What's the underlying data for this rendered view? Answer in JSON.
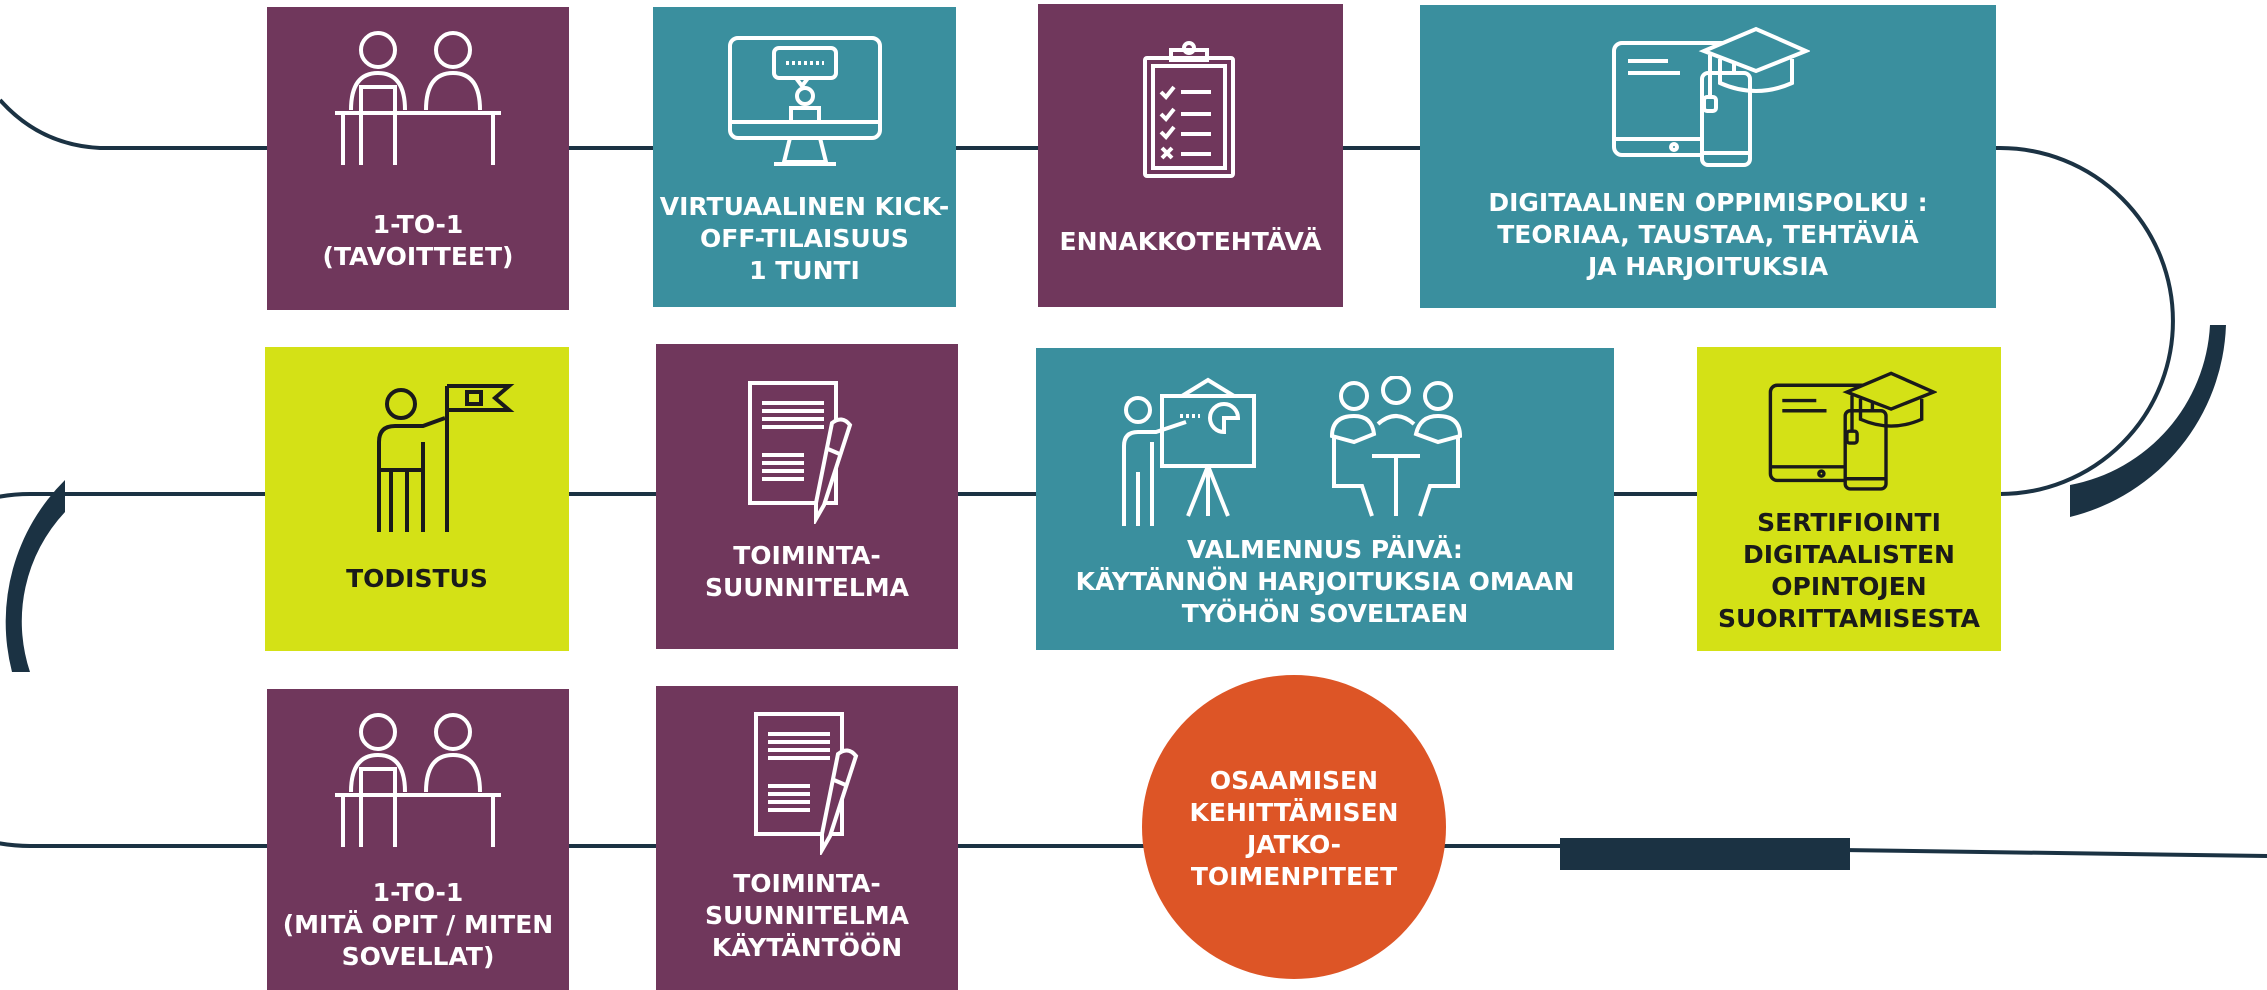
{
  "steps": [
    {
      "label_lines": [
        "1-TO-1",
        "(TAVOITTEET)"
      ],
      "icon": "people-at-desk-icon"
    },
    {
      "label_lines": [
        "VIRTUAALINEN KICK-",
        "OFF-TILAISUUS",
        "1 TUNTI"
      ],
      "icon": "video-call-monitor-icon"
    },
    {
      "label_lines": [
        "ENNAKKOTEHTÄVÄ"
      ],
      "icon": "checklist-clipboard-icon"
    },
    {
      "label_lines": [
        "DIGITAALINEN OPPIMISPOLKU :",
        "TEORIAA, TAUSTAA, TEHTÄVIÄ",
        "JA  HARJOITUKSIA"
      ],
      "icon": "tablet-phone-graduation-cap-icon"
    },
    {
      "label_lines": [
        "SERTIFIOINTI",
        "DIGITAALISTEN",
        "OPINTOJEN",
        "SUORITTAMISESTA"
      ],
      "icon": "tablet-phone-graduation-cap-icon"
    },
    {
      "label_lines": [
        "VALMENNUS PÄIVÄ:",
        "KÄYTÄNNÖN HARJOITUKSIA OMAAN",
        "TYÖHÖN SOVELTAEN"
      ],
      "icon": "presenter-and-group-icon"
    },
    {
      "label_lines": [
        "TOIMINTA-",
        "SUUNNITELMA"
      ],
      "icon": "document-pen-icon"
    },
    {
      "label_lines": [
        "TODISTUS"
      ],
      "icon": "person-with-flag-icon"
    },
    {
      "label_lines": [
        "1-TO-1",
        "(MITÄ OPIT / MITEN",
        "SOVELLAT)"
      ],
      "icon": "people-at-desk-icon"
    },
    {
      "label_lines": [
        "TOIMINTA-",
        "SUUNNITELMA",
        "KÄYTÄNTÖÖN"
      ],
      "icon": "document-pen-icon"
    },
    {
      "label_lines": [
        "OSAAMISEN",
        "KEHITTÄMISEN",
        "JATKO-",
        "TOIMENPITEET"
      ],
      "icon": ""
    }
  ],
  "colors": {
    "purple": "#70375c",
    "teal": "#3a8f9e",
    "lime": "#d4e116",
    "orange": "#dd5526",
    "path": "#1b3243"
  }
}
